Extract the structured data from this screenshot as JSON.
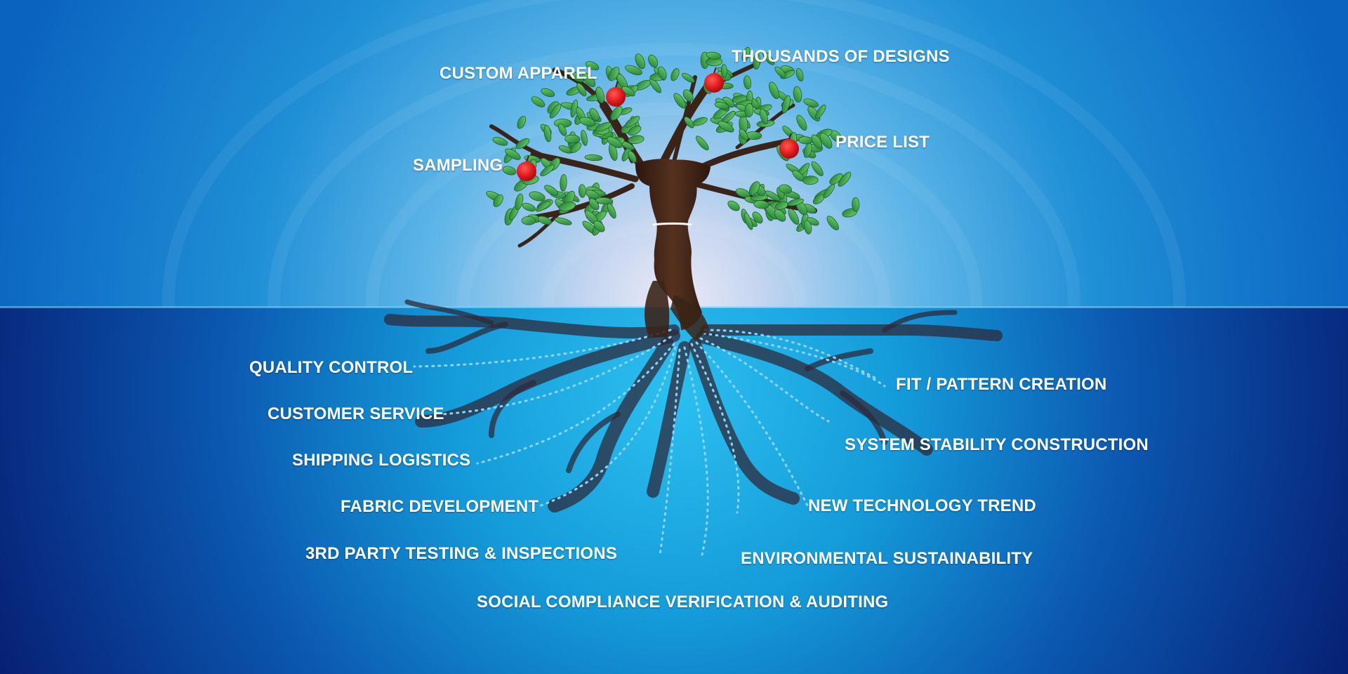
{
  "colors": {
    "sky_center": "#e9e6f4",
    "sky_edge": "#0b6fc6",
    "water_center": "#22b7ee",
    "water_edge": "#07207a",
    "trunk": "#3d2418",
    "leaf": "#2f9a44",
    "leaf_light": "#5cc45a",
    "fruit": "#e0161b",
    "root_dots": "#8fd4f5"
  },
  "fruit_labels": {
    "custom_apparel": "CUSTOM APPAREL",
    "thousands_of_designs": "THOUSANDS OF DESIGNS",
    "price_list": "PRICE LIST",
    "sampling": "SAMPLING"
  },
  "root_labels": {
    "quality_control": "QUALITY CONTROL",
    "customer_service": "CUSTOMER SERVICE",
    "shipping_logistics": "SHIPPING LOGISTICS",
    "fabric_development": "FABRIC DEVELOPMENT",
    "third_party_testing": "3RD PARTY TESTING & INSPECTIONS",
    "social_compliance": "SOCIAL COMPLIANCE VERIFICATION & AUDITING",
    "fit_pattern_creation": "FIT / PATTERN CREATION",
    "system_stability": "SYSTEM STABILITY CONSTRUCTION",
    "new_technology": "NEW TECHNOLOGY TREND",
    "environmental_sustainability": "ENVIRONMENTAL SUSTAINABILITY"
  }
}
